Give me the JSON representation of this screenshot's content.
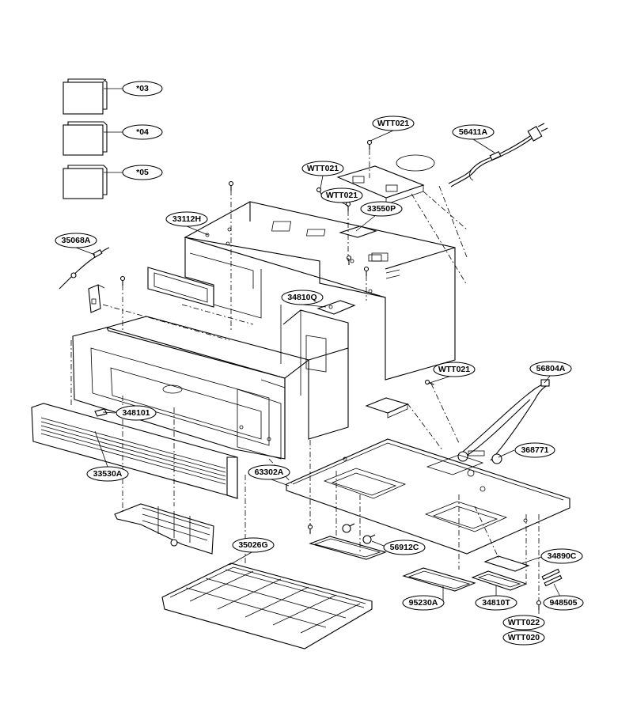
{
  "labels": {
    "p03": "*03",
    "p04": "*04",
    "p05": "*05",
    "wtt021_top": "WTT021",
    "p56411A": "56411A",
    "wtt021_mid": "WTT021",
    "wtt021_low": "WTT021",
    "p33550P": "33550P",
    "p33112H": "33112H",
    "p35068A": "35068A",
    "p34810Q": "34810Q",
    "wtt021_right": "WTT021",
    "p56804A": "56804A",
    "p348101": "348101",
    "p368771": "368771",
    "p33530A": "33530A",
    "p63302A": "63302A",
    "p35026G": "35026G",
    "p56912C": "56912C",
    "p34890C": "34890C",
    "p95230A": "95230A",
    "p34810T": "34810T",
    "p948505": "948505",
    "wtt022": "WTT022",
    "wtt020": "WTT020"
  }
}
